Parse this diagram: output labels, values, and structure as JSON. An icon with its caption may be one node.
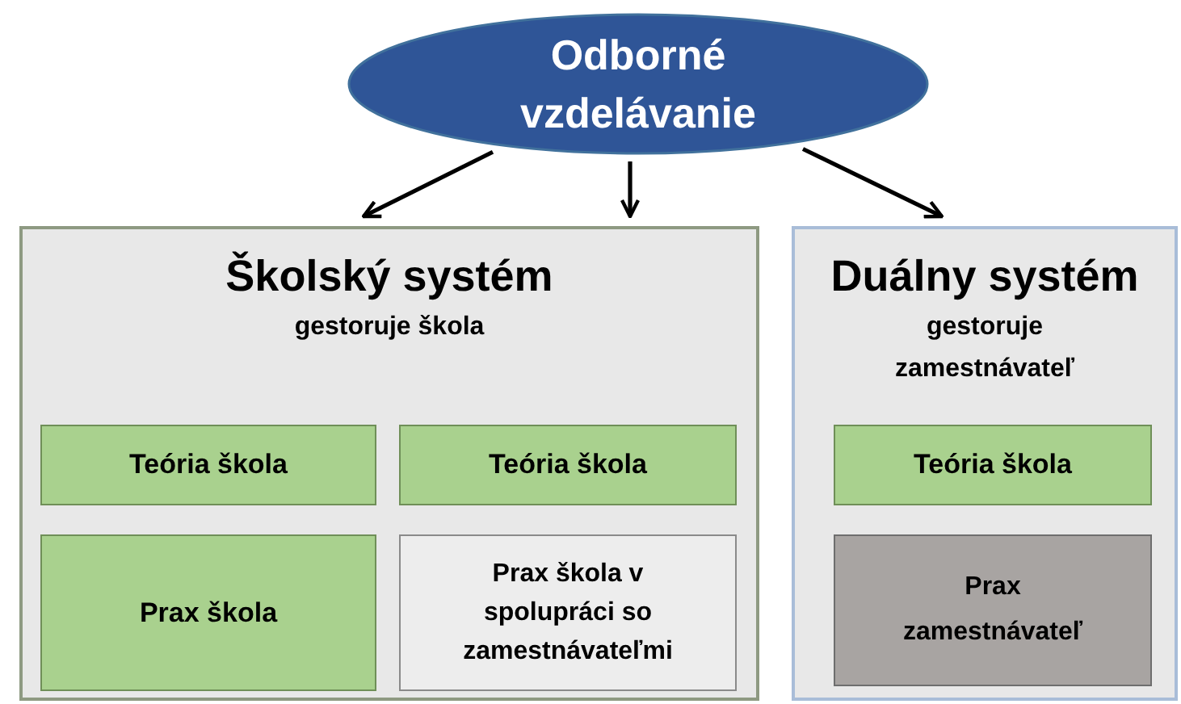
{
  "diagram": {
    "nodes": [
      {
        "text": [
          "Odborné vzdelávanie"
        ]
      },
      {
        "text": [
          "Školský systém",
          "gestoruje škola"
        ]
      },
      {
        "text": [
          "Teória škola"
        ],
        "in": 1
      },
      {
        "text": [
          "Teória škola"
        ],
        "in": 1
      },
      {
        "text": [
          "Prax škola"
        ],
        "in": 1
      },
      {
        "text": [
          "Prax škola v spolupráci so zamestnávateľmi"
        ],
        "in": 1
      },
      {
        "text": [
          "Duálny systém",
          "gestoruje zamestnávateľ"
        ]
      },
      {
        "text": [
          "Teória škola"
        ],
        "in": 6
      },
      {
        "text": [
          "Prax zamestnávateľ"
        ],
        "in": 6
      }
    ],
    "edges": [
      {
        "from": 0,
        "to": 1,
        "arrow": "to"
      },
      {
        "from": 0,
        "to": 1,
        "arrow": "to"
      },
      {
        "from": 0,
        "to": 6,
        "arrow": "to"
      }
    ]
  }
}
